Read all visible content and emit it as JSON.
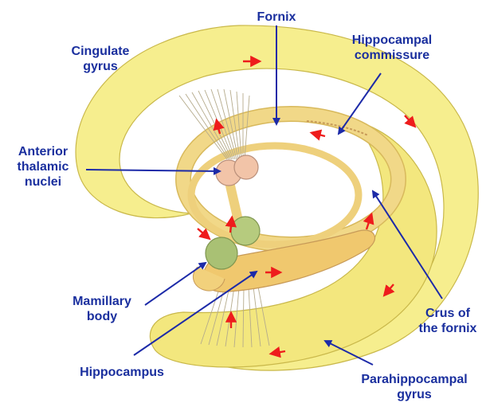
{
  "labels": {
    "fornix": "Fornix",
    "hippocampal_commissure": [
      "Hippocampal",
      "commissure"
    ],
    "cingulate_gyrus": [
      "Cingulate",
      "gyrus"
    ],
    "anterior_thalamic_nuclei": [
      "Anterior",
      "thalamic",
      "nuclei"
    ],
    "mamillary_body": [
      "Mamillary",
      "body"
    ],
    "crus_of_fornix": [
      "Crus of",
      "the fornix"
    ],
    "hippocampus": "Hippocampus",
    "parahippocampal_gyrus": [
      "Parahippocampal",
      "gyrus"
    ]
  },
  "colors": {
    "label_text": "#1a2f9e",
    "leader_line": "#1c2aa8",
    "gyrus_fill": "#f6ee8e",
    "fornix_fill": "#f1d888",
    "hippocampus_fill": "#f0c86e",
    "thalamic_nuclei_fill": "#f2c4a8",
    "mamillary_fill": "#a9c174",
    "flow_arrow": "#ee1c1c"
  }
}
